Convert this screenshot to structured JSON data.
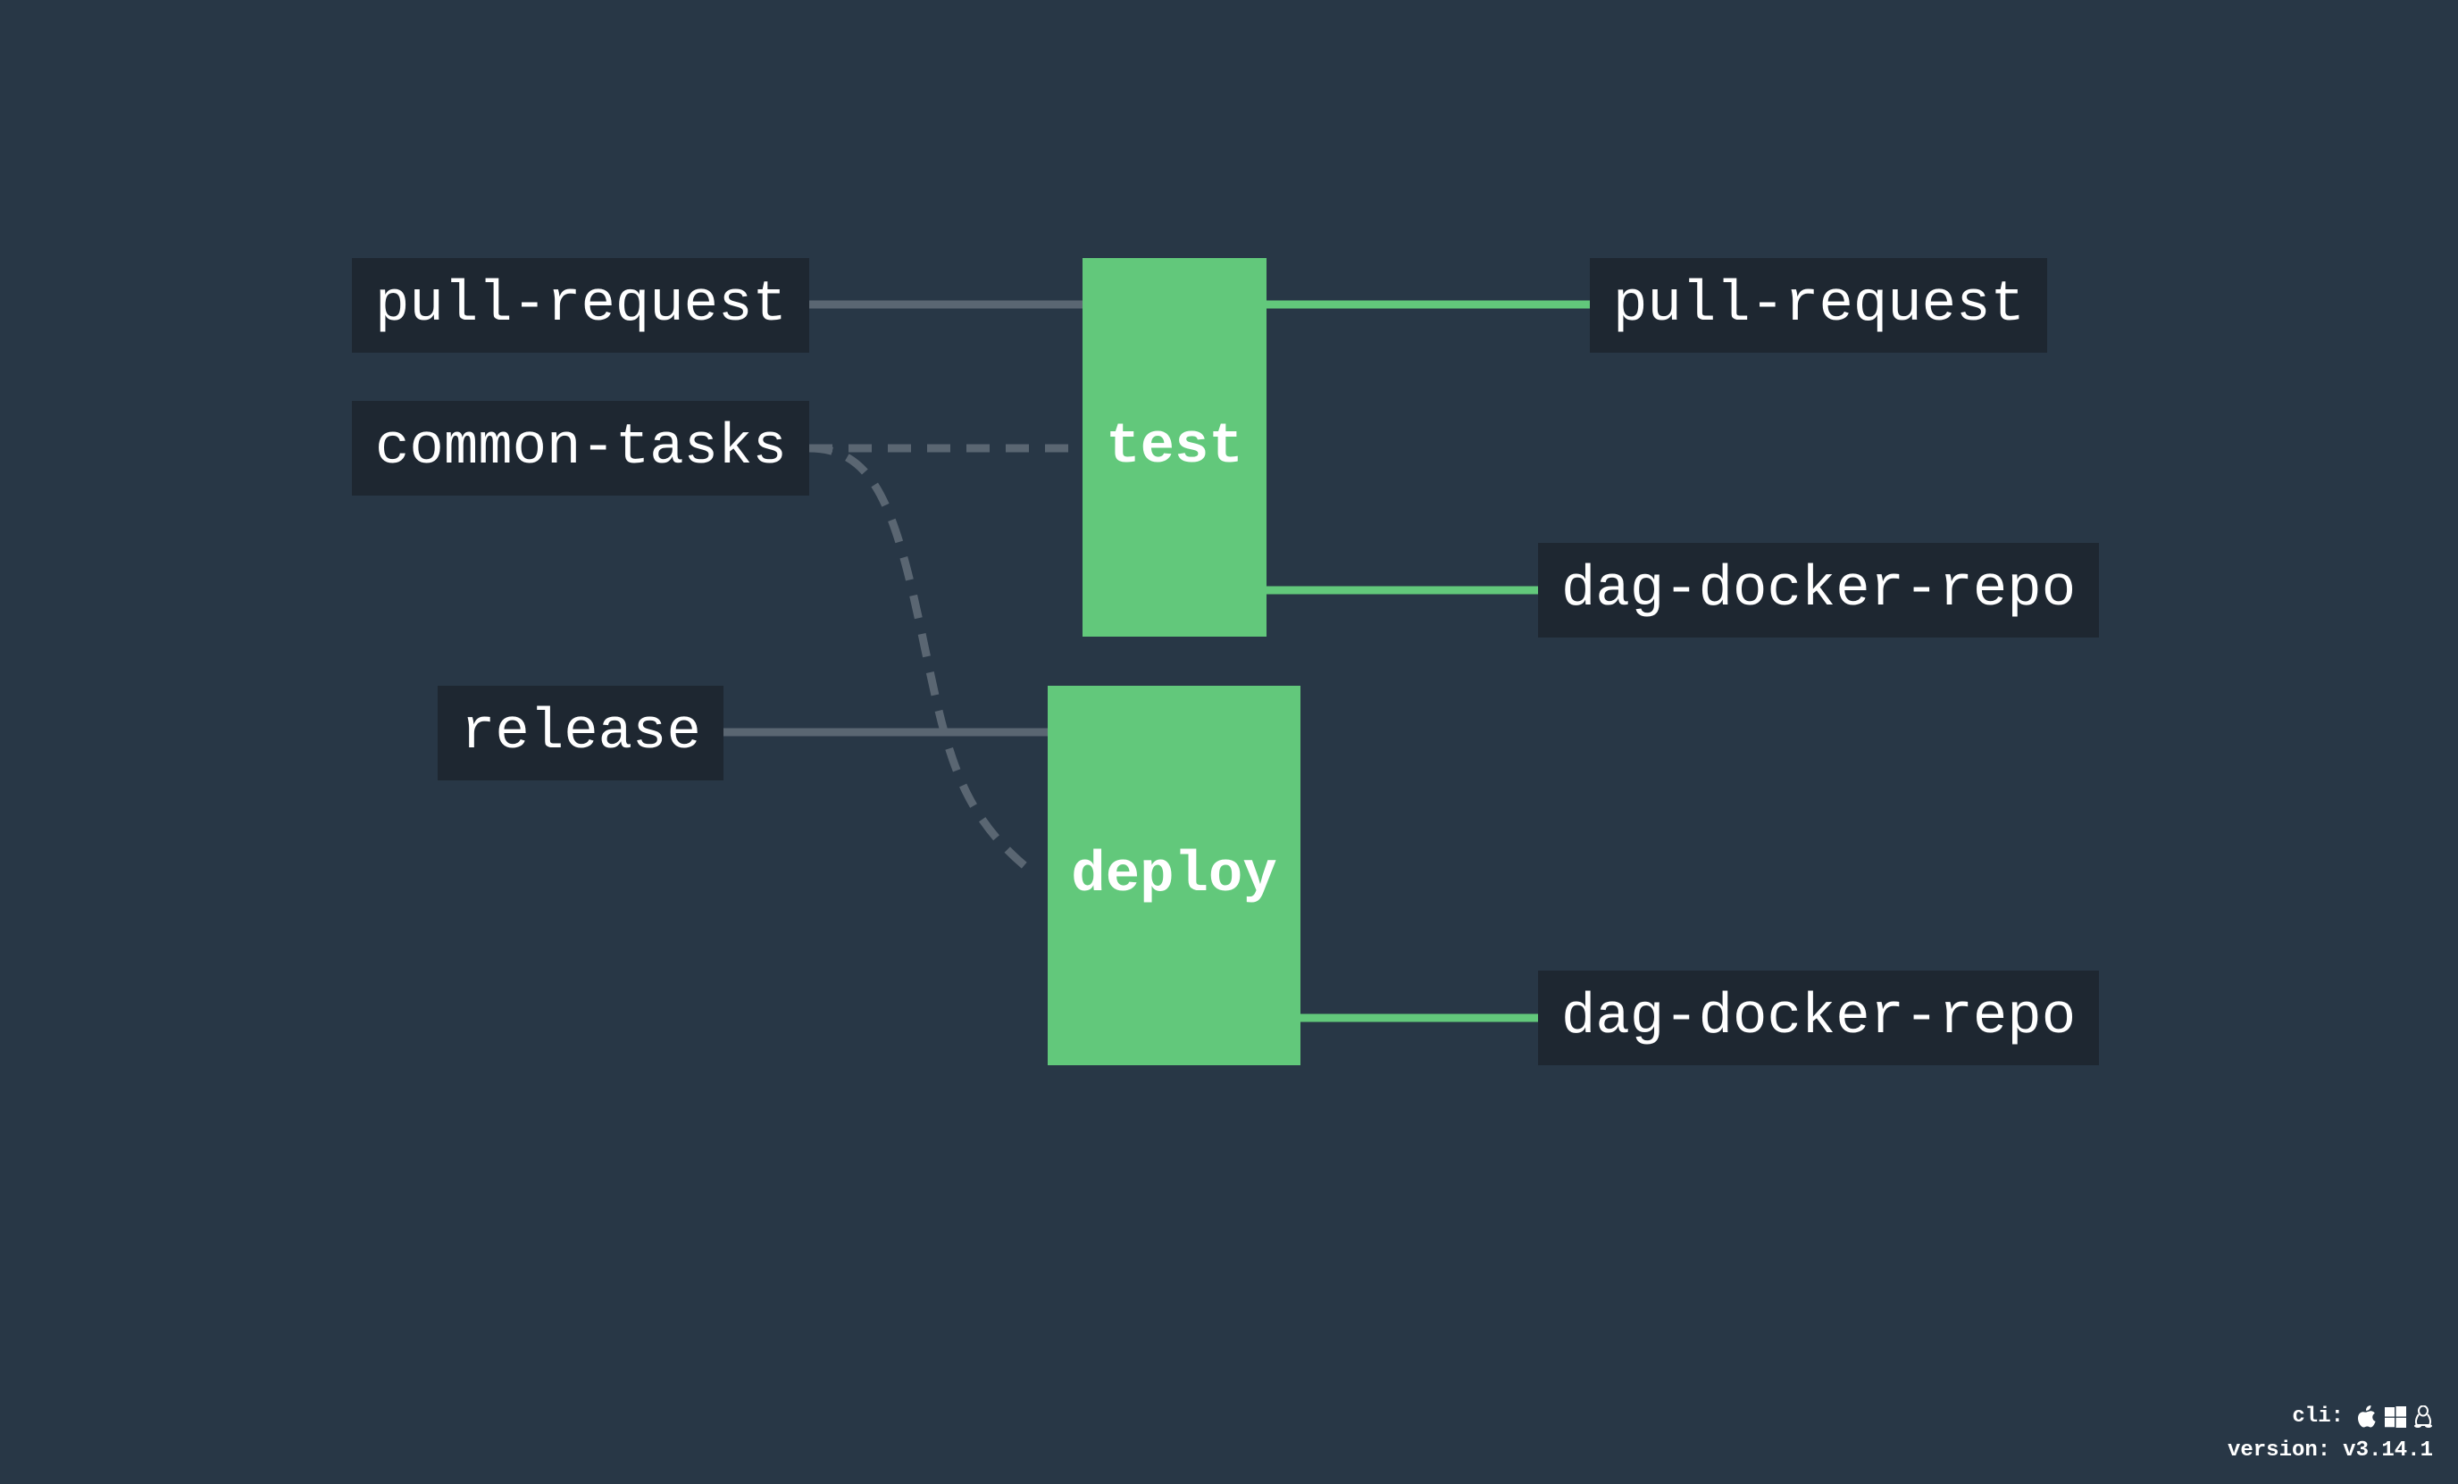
{
  "colors": {
    "background": "#283746",
    "resource_bg": "#1e2731",
    "job_bg": "#62c87b",
    "edge_input": "#5a6672",
    "edge_output": "#62c87b"
  },
  "inputs": {
    "pull_request": "pull-request",
    "common_tasks": "common-tasks",
    "release": "release"
  },
  "jobs": {
    "test": "test",
    "deploy": "deploy"
  },
  "outputs": {
    "pull_request": "pull-request",
    "docker_repo_test": "dag-docker-repo",
    "docker_repo_deploy": "dag-docker-repo"
  },
  "footer": {
    "cli_label": "cli:",
    "cli_icons": [
      "apple-icon",
      "windows-icon",
      "linux-icon"
    ],
    "version_label": "version:",
    "version_value": "v3.14.1"
  }
}
